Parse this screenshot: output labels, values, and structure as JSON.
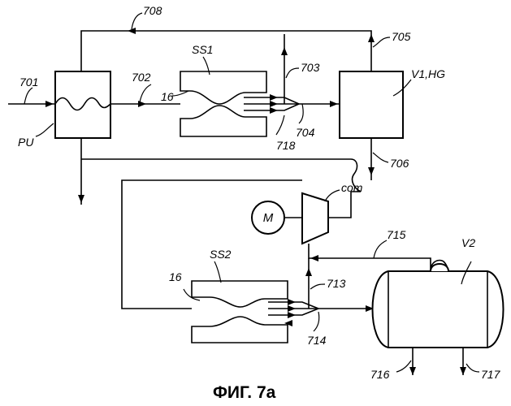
{
  "labels": {
    "s701": "701",
    "s702": "702",
    "s703": "703",
    "s704": "704",
    "s705": "705",
    "s706": "706",
    "s708": "708",
    "s713": "713",
    "s714": "714",
    "s715": "715",
    "s716": "716",
    "s717": "717",
    "s718": "718",
    "pu": "PU",
    "ss1": "SS1",
    "ss2": "SS2",
    "nozzle1": "16",
    "nozzle2": "16",
    "v1": "V1,HG",
    "v2": "V2",
    "compressor": "com",
    "motor": "M"
  },
  "caption": "ФИГ. 7а"
}
